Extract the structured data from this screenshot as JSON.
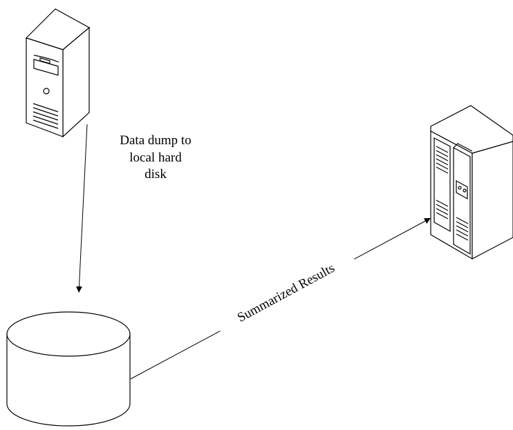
{
  "diagram": {
    "nodes": [
      {
        "id": "workstation",
        "icon": "tower-computer-icon"
      },
      {
        "id": "local-disk",
        "icon": "disk-cylinder-icon"
      },
      {
        "id": "server",
        "icon": "server-rack-icon"
      }
    ],
    "edges": [
      {
        "from": "workstation",
        "to": "local-disk",
        "label": "Data dump to\nlocal hard\ndisk"
      },
      {
        "from": "local-disk",
        "to": "server",
        "label": "Summarized Results"
      }
    ]
  }
}
